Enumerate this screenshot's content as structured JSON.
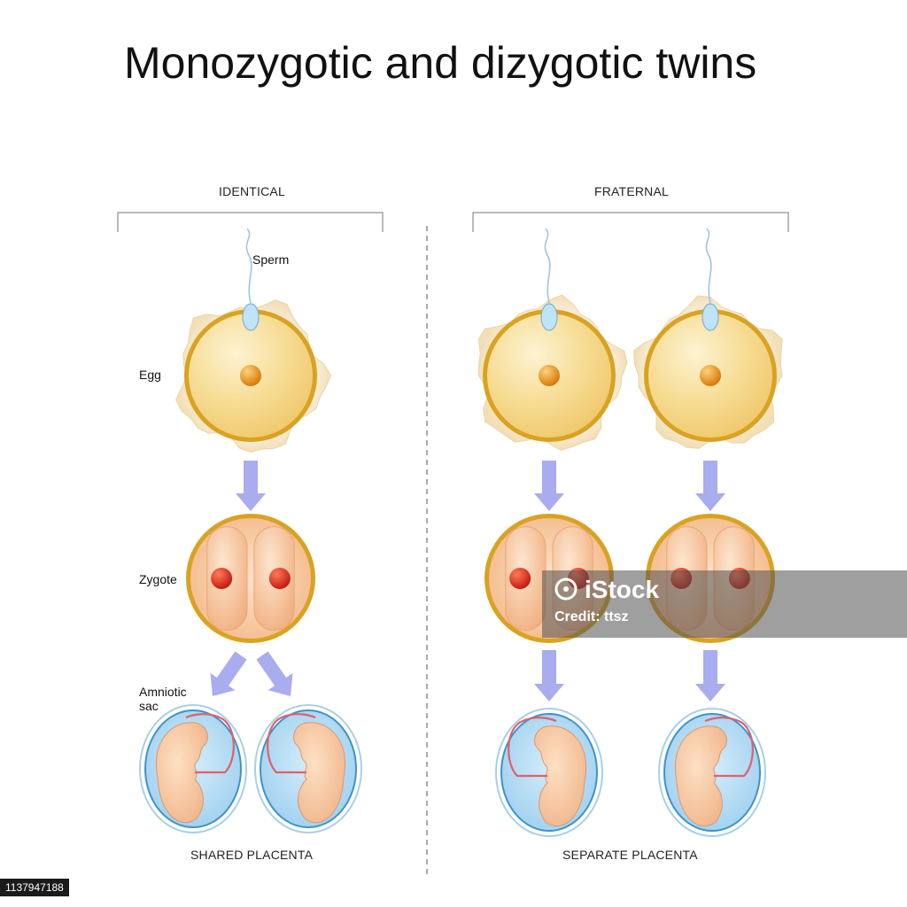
{
  "title": "Monozygotic and dizygotic twins",
  "sections": {
    "identical": "IDENTICAL",
    "fraternal": "FRATERNAL"
  },
  "labels": {
    "sperm": "Sperm",
    "egg": "Egg",
    "zygote": "Zygote",
    "amniotic_sac_line1": "Amniotic",
    "amniotic_sac_line2": "sac"
  },
  "captions": {
    "shared_placenta": "SHARED PLACENTA",
    "separate_placenta": "SEPARATE PLACENTA"
  },
  "watermark": {
    "brand": "iStock",
    "credit": "Credit: ttsz"
  },
  "stock_id": "1137947188",
  "colors": {
    "egg_fill": "#f6dc93",
    "egg_rim": "#d9a221",
    "halo": "#f6e7c4",
    "nucleus": "#e08a12",
    "arrow": "#a9acee",
    "sac_fill": "#b9dcf3",
    "embryo": "#f6c9a6",
    "cord": "#e0606a",
    "sperm": "#bfe3f8"
  }
}
